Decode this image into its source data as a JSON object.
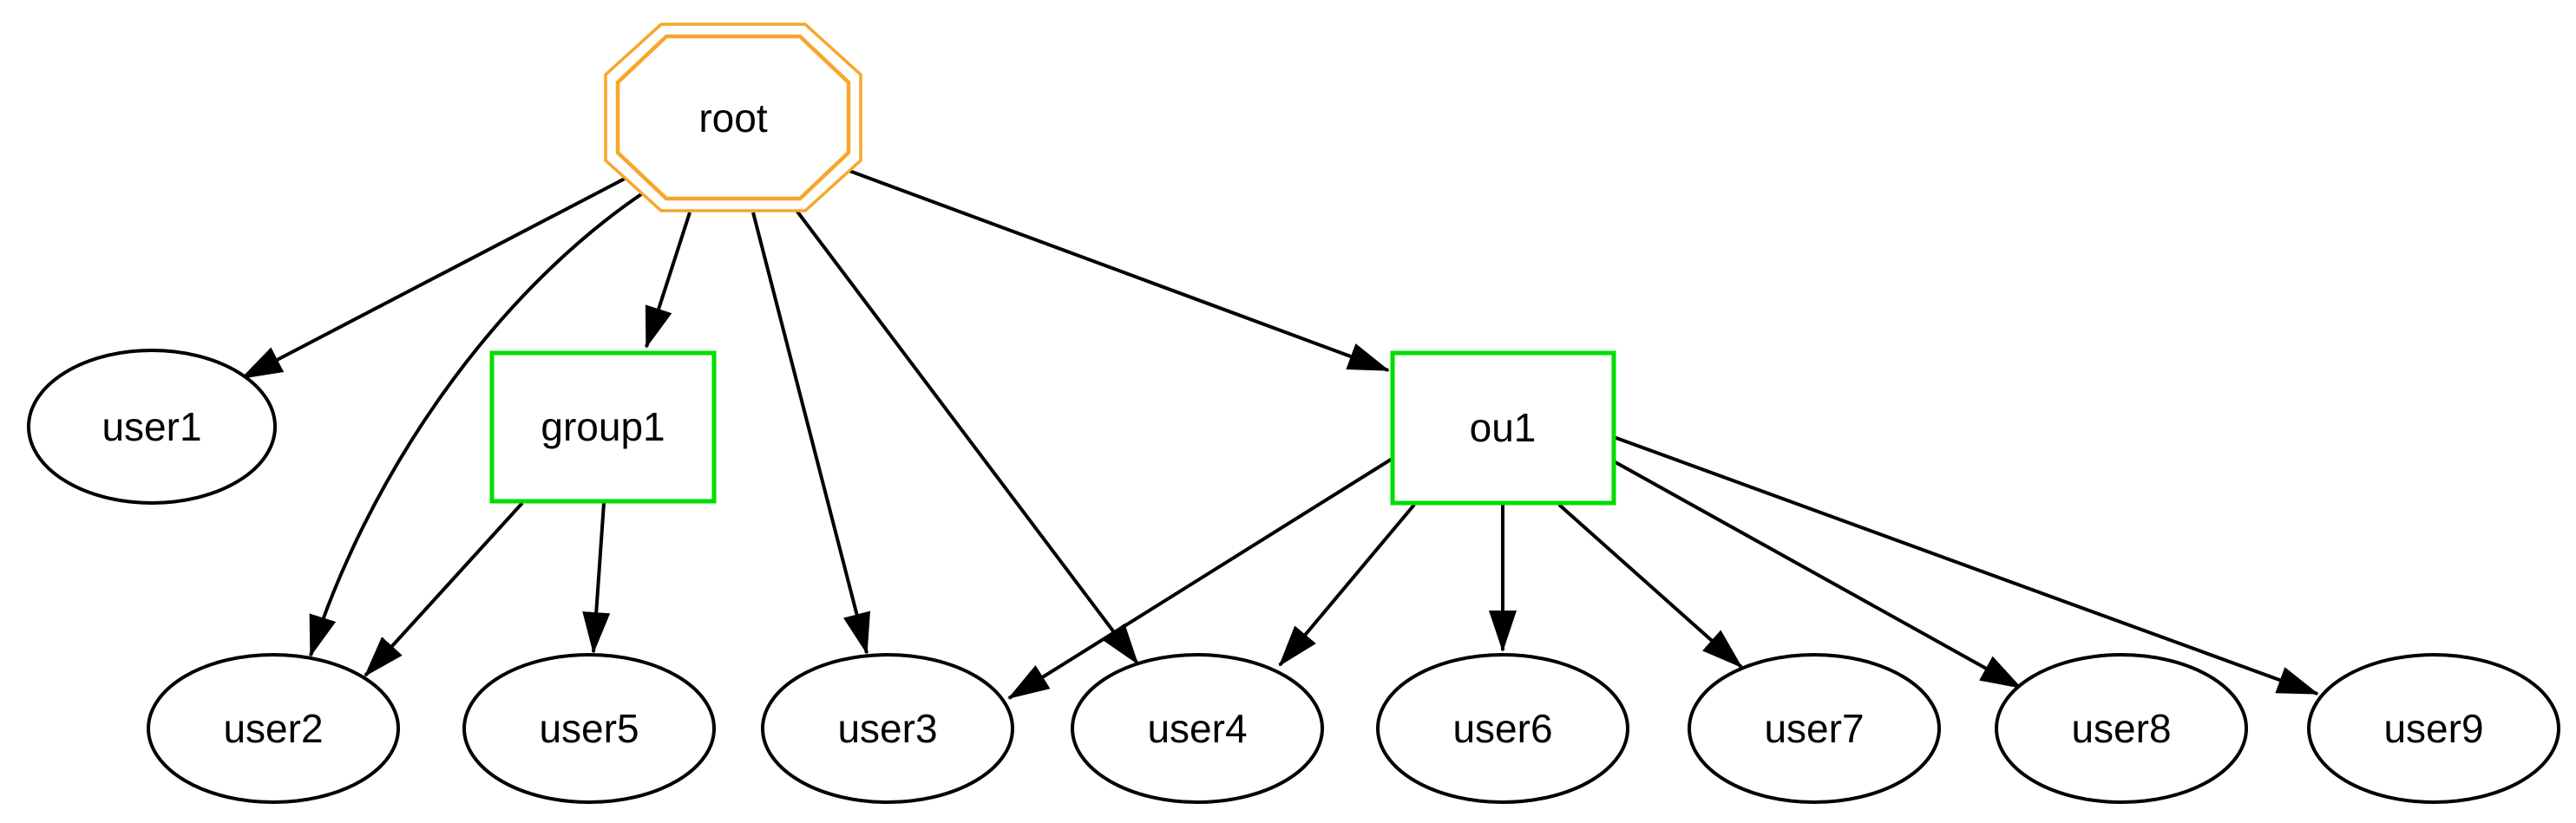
{
  "graph": {
    "title": "directory-tree-graph",
    "colors": {
      "background": "#ffffff",
      "edge": "#000000",
      "user_node_border": "#000000",
      "container_node_border": "#00dd00",
      "root_node_border": "#f7a62a",
      "label_text": "#000000"
    },
    "nodes": [
      {
        "id": "root",
        "label": "root",
        "shape": "doubleoctagon"
      },
      {
        "id": "user1",
        "label": "user1",
        "shape": "ellipse"
      },
      {
        "id": "group1",
        "label": "group1",
        "shape": "box"
      },
      {
        "id": "ou1",
        "label": "ou1",
        "shape": "box"
      },
      {
        "id": "user2",
        "label": "user2",
        "shape": "ellipse"
      },
      {
        "id": "user5",
        "label": "user5",
        "shape": "ellipse"
      },
      {
        "id": "user3",
        "label": "user3",
        "shape": "ellipse"
      },
      {
        "id": "user4",
        "label": "user4",
        "shape": "ellipse"
      },
      {
        "id": "user6",
        "label": "user6",
        "shape": "ellipse"
      },
      {
        "id": "user7",
        "label": "user7",
        "shape": "ellipse"
      },
      {
        "id": "user8",
        "label": "user8",
        "shape": "ellipse"
      },
      {
        "id": "user9",
        "label": "user9",
        "shape": "ellipse"
      }
    ],
    "edges": [
      {
        "from": "root",
        "to": "user1"
      },
      {
        "from": "root",
        "to": "user2"
      },
      {
        "from": "root",
        "to": "group1"
      },
      {
        "from": "root",
        "to": "user3"
      },
      {
        "from": "root",
        "to": "user4"
      },
      {
        "from": "root",
        "to": "ou1"
      },
      {
        "from": "group1",
        "to": "user2"
      },
      {
        "from": "group1",
        "to": "user5"
      },
      {
        "from": "ou1",
        "to": "user3"
      },
      {
        "from": "ou1",
        "to": "user4"
      },
      {
        "from": "ou1",
        "to": "user6"
      },
      {
        "from": "ou1",
        "to": "user7"
      },
      {
        "from": "ou1",
        "to": "user8"
      },
      {
        "from": "ou1",
        "to": "user9"
      }
    ]
  }
}
